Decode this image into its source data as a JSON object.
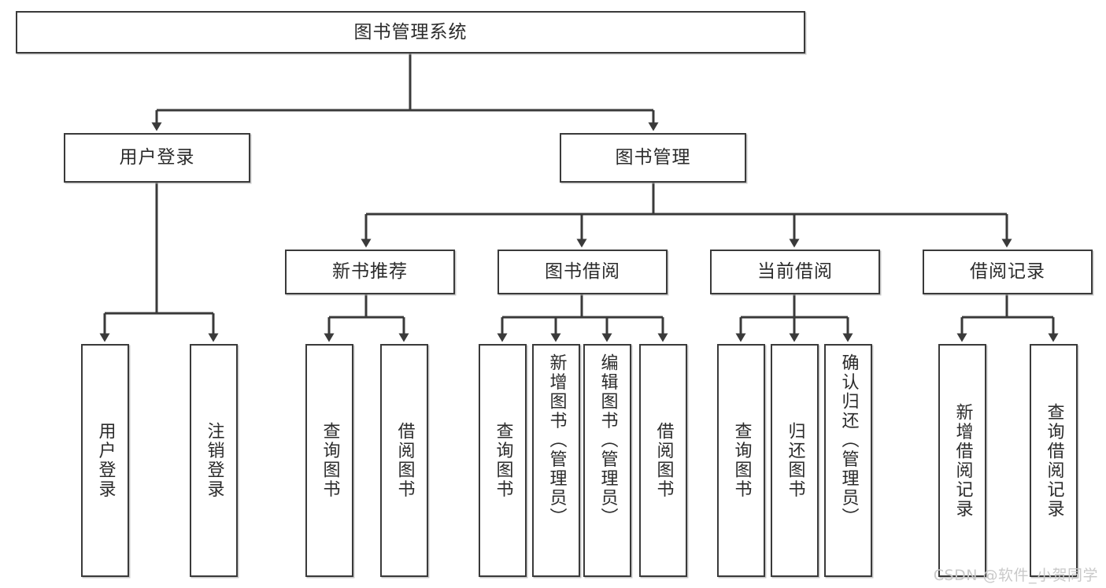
{
  "diagram": {
    "type": "tree-hierarchy",
    "title": "图书管理系统",
    "watermark": "CSDN @软件_小贺同学",
    "colors": {
      "box_stroke": "#3a3a3a",
      "box_fill": "#ffffff",
      "connector": "#3a3a3a",
      "text": "#2b2b2b",
      "watermark": "#c9c9c9",
      "background": "#ffffff"
    },
    "levels": {
      "root": "图书管理系统",
      "level2": [
        "用户登录",
        "图书管理"
      ],
      "level3": [
        "新书推荐",
        "图书借阅",
        "当前借阅",
        "借阅记录"
      ],
      "level4": [
        "用户登录",
        "注销登录",
        "查询图书",
        "借阅图书",
        "查询图书",
        "新增图书（管理员）",
        "编辑图书（管理员）",
        "借阅图书",
        "查询图书",
        "归还图书",
        "确认归还（管理员）",
        "新增借阅记录",
        "查询借阅记录"
      ]
    },
    "nodes": {
      "root": {
        "label": "图书管理系统"
      },
      "user_login": {
        "label": "用户登录"
      },
      "book_mgmt": {
        "label": "图书管理"
      },
      "new_book_rec": {
        "label": "新书推荐"
      },
      "book_borrow": {
        "label": "图书借阅"
      },
      "current_borrow": {
        "label": "当前借阅"
      },
      "borrow_record": {
        "label": "借阅记录"
      },
      "leaf_user_login": {
        "label": "用户登录"
      },
      "leaf_logout": {
        "label": "注销登录"
      },
      "leaf_query_book_1": {
        "label": "查询图书"
      },
      "leaf_borrow_book_1": {
        "label": "借阅图书"
      },
      "leaf_query_book_2": {
        "label": "查询图书"
      },
      "leaf_add_book": {
        "label": "新增图书（管理员）"
      },
      "leaf_edit_book": {
        "label": "编辑图书（管理员）"
      },
      "leaf_borrow_book_2": {
        "label": "借阅图书"
      },
      "leaf_query_book_3": {
        "label": "查询图书"
      },
      "leaf_return_book": {
        "label": "归还图书"
      },
      "leaf_confirm_return": {
        "label": "确认归还（管理员）"
      },
      "leaf_add_record": {
        "label": "新增借阅记录"
      },
      "leaf_query_record": {
        "label": "查询借阅记录"
      }
    }
  }
}
